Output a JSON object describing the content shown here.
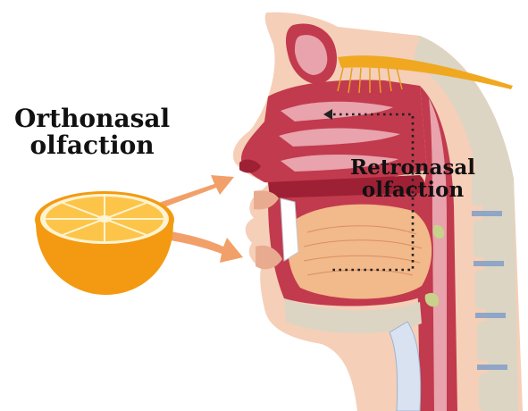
{
  "labels": {
    "orthonasal": {
      "line1": "Orthonasal",
      "line2": "olfaction"
    },
    "retronasal": {
      "line1": "Retronasal",
      "line2": "olfaction"
    }
  },
  "colors": {
    "skin": "#f5cfb8",
    "skin_shade": "#e9ab90",
    "flesh": "#c23a4d",
    "flesh_dark": "#9e2035",
    "mucosa": "#e8a3ac",
    "tongue": "#f2b98a",
    "orange_peel": "#f39a12",
    "orange_flesh": "#fcc54a",
    "arrow": "#f2a06a",
    "bulb": "#f0a820",
    "bone": "#dcd5c4",
    "vertebra_disc": "#8fa6c6",
    "dotted_path": "#222222"
  },
  "icons": {
    "orange": "half-orange-icon",
    "head": "head-cross-section-icon"
  }
}
